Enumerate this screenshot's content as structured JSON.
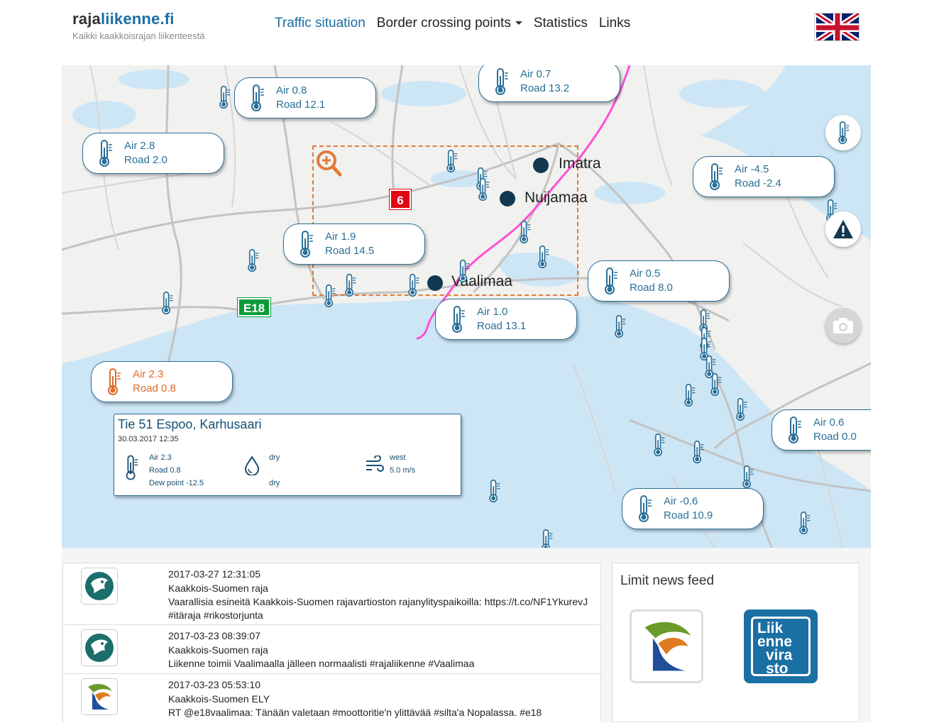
{
  "header": {
    "logo_part1": "raja",
    "logo_part2": "liikenne.fi",
    "tagline": "Kaikki kaakkoisrajan liikenteestä",
    "nav": {
      "traffic": "Traffic situation",
      "border": "Border crossing points",
      "statistics": "Statistics",
      "links": "Links"
    },
    "language_flag": "uk-flag-icon"
  },
  "map": {
    "cities": {
      "imatra": "Imatra",
      "nuijamaa": "Nuijamaa",
      "vaalimaa": "Vaalimaa"
    },
    "road_signs": {
      "national": "6",
      "european": "E18"
    },
    "stations": [
      {
        "air": "Air 0.8",
        "road": "Road 12.1"
      },
      {
        "air": "Air 0.7",
        "road": "Road 13.2"
      },
      {
        "air": "Air 2.8",
        "road": "Road 2.0"
      },
      {
        "air": "Air -4.5",
        "road": "Road -2.4"
      },
      {
        "air": "Air 1.9",
        "road": "Road 14.5"
      },
      {
        "air": "Air 0.5",
        "road": "Road 8.0"
      },
      {
        "air": "Air 1.0",
        "road": "Road 13.1"
      },
      {
        "air": "Air 2.3",
        "road": "Road 0.8"
      },
      {
        "air": "Air 0.6",
        "road": "Road 0.0"
      },
      {
        "air": "Air -0.6",
        "road": "Road 10.9"
      }
    ],
    "detail": {
      "title": "Tie 51 Espoo, Karhusaari",
      "date": "30.03.2017 12:35",
      "air": "Air 2.3",
      "road": "Road 0.8",
      "dew": "Dew point -12.5",
      "cond1": "dry",
      "cond2": "dry",
      "wind_dir": "west",
      "wind_speed": "5.0 m/s"
    },
    "side_buttons": [
      "thermometer-icon",
      "warning-icon",
      "camera-icon"
    ]
  },
  "feed": [
    {
      "time": "2017-03-27 12:31:05",
      "source": "Kaakkois-Suomen raja",
      "message": "Vaarallisia esineitä Kaakkois-Suomen rajavartioston rajanylityspaikoilla: https://t.co/NF1YkurevJ #itäraja #rikostorjunta"
    },
    {
      "time": "2017-03-23 08:39:07",
      "source": "Kaakkois-Suomen raja",
      "message": "Liikenne toimii Vaalimaalla jälleen normaalisti #rajaliikenne #Vaalimaa"
    },
    {
      "time": "2017-03-23 05:53:10",
      "source": "Kaakkois-Suomen ELY",
      "message": "RT @e18vaalimaa: Tänään valetaan #moottoritie'n ylittävää #silta'a Nopalassa. #e18"
    }
  ],
  "limit": {
    "title": "Limit news feed",
    "liikennevirasto": [
      "Liik",
      "enne",
      "vira",
      "sto"
    ]
  }
}
